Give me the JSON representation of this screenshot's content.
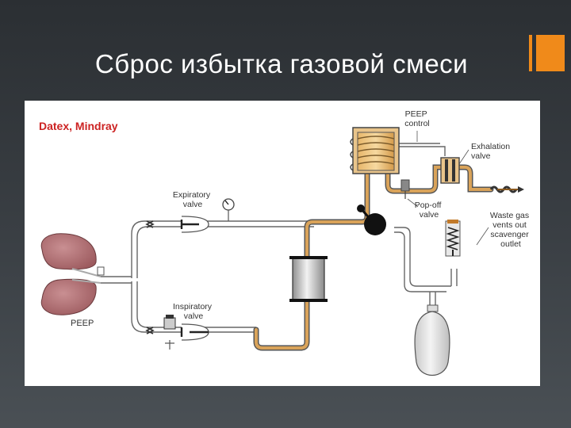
{
  "slide": {
    "title": "Сброс избытка газовой смеси",
    "accent_color": "#f08a1a"
  },
  "figure": {
    "caption": "Datex, Mindray",
    "caption_color": "#cc2222",
    "tube_fill_color": "#d9a35a",
    "labels": {
      "peep_control_line1": "PEEP",
      "peep_control_line2": "control",
      "exhalation_line1": "Exhalation",
      "exhalation_line2": "valve",
      "expiratory_line1": "Expiratory",
      "expiratory_line2": "valve",
      "popoff_line1": "Pop-off",
      "popoff_line2": "valve",
      "waste_line1": "Waste gas",
      "waste_line2": "vents out",
      "waste_line3": "scavenger",
      "waste_line4": "outlet",
      "inspiratory_line1": "Inspiratory",
      "inspiratory_line2": "valve",
      "peep": "PEEP"
    }
  }
}
